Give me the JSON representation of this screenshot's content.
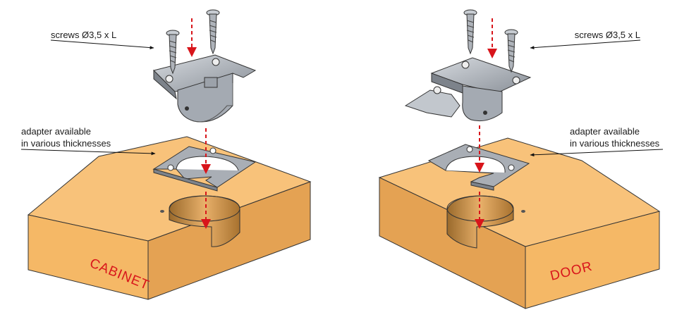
{
  "left": {
    "screws_label": "screws Ø3,5 x L",
    "adapter_line1": "adapter available",
    "adapter_line2": "in various thicknesses",
    "panel_label": "CABINET"
  },
  "right": {
    "screws_label": "screws Ø3,5 x L",
    "adapter_line1": "adapter available",
    "adapter_line2": "in various thicknesses",
    "panel_label": "DOOR"
  },
  "colors": {
    "wood": "#f5b866",
    "wood_dark": "#d89645",
    "metal": "#b4b9c0",
    "arrow": "#d8151b"
  }
}
